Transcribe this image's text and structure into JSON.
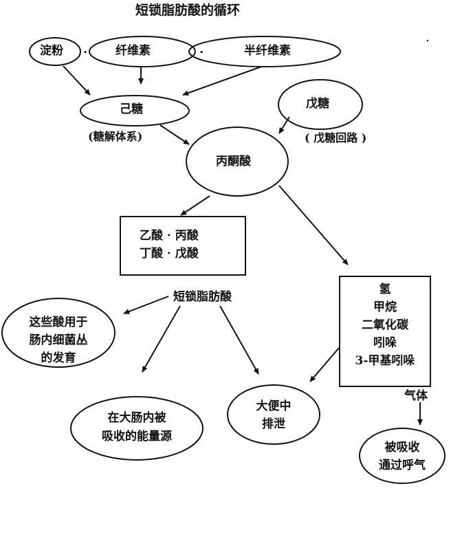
{
  "title": "短锁脂肪酸的循环",
  "colors": {
    "ink": "#111111",
    "background": "#ffffff"
  },
  "nodes": {
    "starch": "淀粉",
    "cellulose": "纤维素",
    "hemicellulose": "半纤维素",
    "hexose": "己糖",
    "glycolysis_note": "(糖解体系)",
    "pentose": "戊糖",
    "pentose_note": "( 戊糖回路 )",
    "pyruvate": "丙酮酸",
    "acids_box": [
      "乙酸 · 丙酸",
      "丁酸 · 戊酸"
    ],
    "scfa": "短锁脂肪酸",
    "gases_box": [
      "氢",
      "甲烷",
      "二氧化碳",
      "吲哚",
      "3-甲基吲哚"
    ],
    "gas_label": "气体",
    "bacteria": [
      "这些酸用于",
      "肠内细菌丛",
      "的发育"
    ],
    "energy": [
      "在大肠内被",
      "吸收的能量源"
    ],
    "feces": [
      "大便中",
      "排泄"
    ],
    "breath": [
      "被吸收",
      "通过呼气"
    ]
  },
  "separators": [
    ".",
    "."
  ]
}
